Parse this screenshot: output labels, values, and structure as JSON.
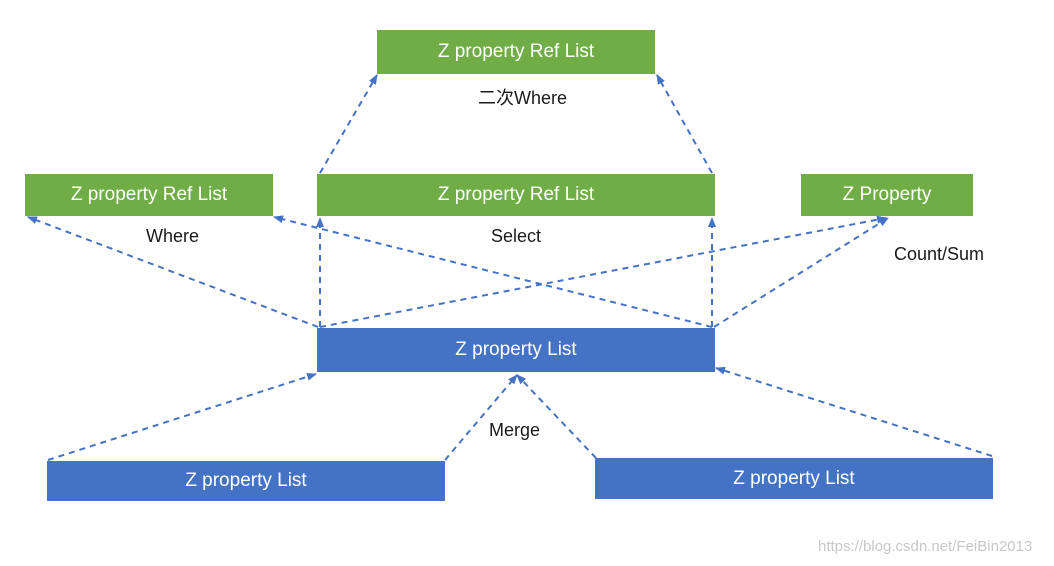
{
  "colors": {
    "green": "#70ad47",
    "blue": "#4472c4",
    "arrow": "#4472c4"
  },
  "boxes": {
    "top_ref_list": "Z property Ref List",
    "left_ref_list": "Z property Ref List",
    "center_ref_list": "Z property Ref List",
    "right_property": "Z Property",
    "main_list": "Z property List",
    "bottom_left_list": "Z property List",
    "bottom_right_list": "Z property List"
  },
  "labels": {
    "secondary_where": "二次Where",
    "where": "Where",
    "select": "Select",
    "count_sum": "Count/Sum",
    "merge": "Merge"
  },
  "watermark": "https://blog.csdn.net/FeiBin2013"
}
